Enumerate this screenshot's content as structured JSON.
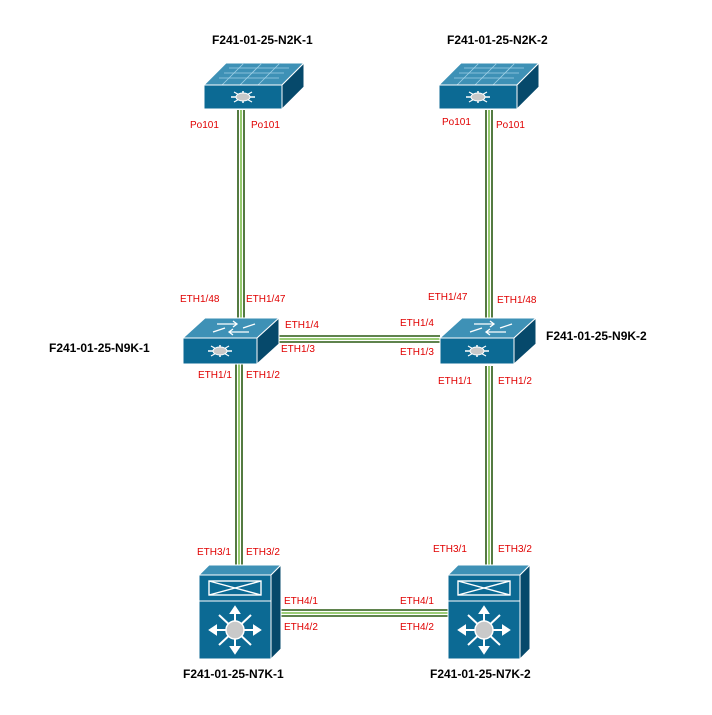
{
  "colors": {
    "device_face": "#0c6a94",
    "device_top": "#3e91b6",
    "device_side": "#06496b",
    "link_dark": "#2a5a12",
    "link_light": "#7cbd4a",
    "port_label": "#e00000",
    "node_label": "#000000"
  },
  "icons": {
    "fabric_switch": "nexus-2k-switch-icon",
    "leaf_switch": "layer3-switch-icon",
    "chassis": "nexus-7k-chassis-icon"
  },
  "nodes": {
    "n2k1": "F241-01-25-N2K-1",
    "n2k2": "F241-01-25-N2K-2",
    "n9k1": "F241-01-25-N9K-1",
    "n9k2": "F241-01-25-N9K-2",
    "n7k1": "F241-01-25-N7K-1",
    "n7k2": "F241-01-25-N7K-2"
  },
  "ports": {
    "n2k1_a": "Po101",
    "n2k1_b": "Po101",
    "n2k2_a": "Po101",
    "n2k2_b": "Po101",
    "n9k1_up_a": "ETH1/48",
    "n9k1_up_b": "ETH1/47",
    "n9k1_side_a": "ETH1/4",
    "n9k1_side_b": "ETH1/3",
    "n9k1_down_a": "ETH1/1",
    "n9k1_down_b": "ETH1/2",
    "n9k2_up_a": "ETH1/47",
    "n9k2_up_b": "ETH1/48",
    "n9k2_side_a": "ETH1/4",
    "n9k2_side_b": "ETH1/3",
    "n9k2_down_a": "ETH1/1",
    "n9k2_down_b": "ETH1/2",
    "n7k1_up_a": "ETH3/1",
    "n7k1_up_b": "ETH3/2",
    "n7k1_side_a": "ETH4/1",
    "n7k1_side_b": "ETH4/2",
    "n7k2_up_a": "ETH3/1",
    "n7k2_up_b": "ETH3/2",
    "n7k2_side_a": "ETH4/1",
    "n7k2_side_b": "ETH4/2"
  }
}
